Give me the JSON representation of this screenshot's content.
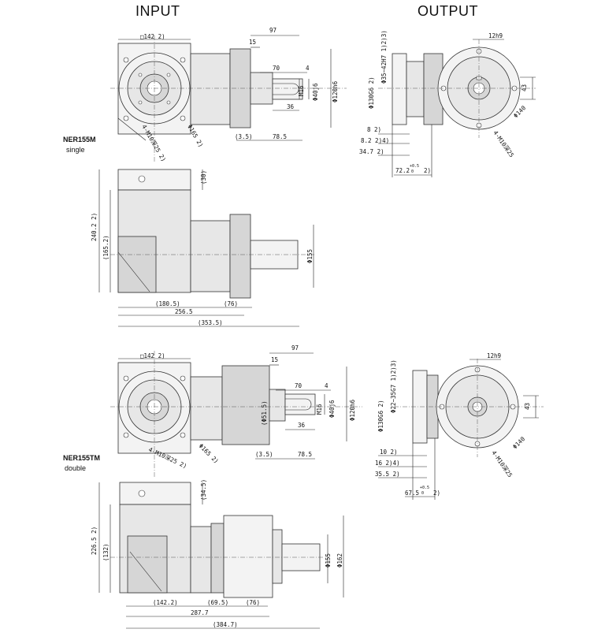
{
  "headers": {
    "input": "INPUT",
    "output": "OUTPUT"
  },
  "single": {
    "model": "NER155M",
    "variant": "single",
    "input_dims": {
      "square": "□142 2)",
      "d97": "97",
      "d15": "15",
      "d70": "70",
      "d4": "4",
      "m16": "M16",
      "d40j6": "Φ40j6",
      "d120h6": "Φ120h6",
      "d36": "36",
      "d3_5": "(3.5)",
      "d78_5": "78.5",
      "bolt": "4-M10深25 2)",
      "pcd165": "Φ165 2)"
    },
    "output_dims": {
      "key": "12h9",
      "range": "Φ35~42H7 1)2)3)",
      "pilot": "Φ130G6 2)",
      "d43": "43",
      "pcd140": "Φ140",
      "bolt": "4-M10深25",
      "d8": "8 2)",
      "d8_2": "8.2 2)4)",
      "d34_7": "34.7 2)",
      "d72_2": "72.2",
      "d72_2_tol": "+0.5",
      "d72_2_tol2": "0",
      "d72_2_note": "2)"
    },
    "side_dims": {
      "d30": "(30)",
      "d240_2": "240.2 2)",
      "d165_2": "(165.2)",
      "d155": "Φ155",
      "d180_5": "(180.5)",
      "d76": "(76)",
      "d256_5": "256.5",
      "d353_5": "(353.5)"
    }
  },
  "double": {
    "model": "NER155TM",
    "variant": "double",
    "input_dims": {
      "square": "□142 2)",
      "d97": "97",
      "d15": "15",
      "d70": "70",
      "d4": "4",
      "d51_5": "(Φ51.5)",
      "m16": "M16",
      "d40j6": "Φ40j6",
      "d120h6": "Φ120h6",
      "d36": "36",
      "d3_5": "(3.5)",
      "d78_5": "78.5",
      "bolt": "4-M10深25 2)",
      "pcd165": "Φ165 2)"
    },
    "output_dims": {
      "key": "12h9",
      "range": "Φ22~35G7 1)2)3)",
      "pilot": "Φ130G6 2)",
      "d43": "43",
      "pcd140": "Φ140",
      "bolt": "4-M10深25",
      "d10": "10 2)",
      "d16": "16 2)4)",
      "d35_5": "35.5 2)",
      "d67_5": "67.5",
      "d67_5_tol": "+0.5",
      "d67_5_tol2": "0",
      "d67_5_note": "2)"
    },
    "side_dims": {
      "d34_5": "(34.5)",
      "d226_5": "226.5 2)",
      "d132": "(132)",
      "d155": "Φ155",
      "d162": "Φ162",
      "d142_2": "(142.2)",
      "d69_5": "(69.5)",
      "d76": "(76)",
      "d287_7": "287.7",
      "d384_7": "(384.7)"
    }
  }
}
